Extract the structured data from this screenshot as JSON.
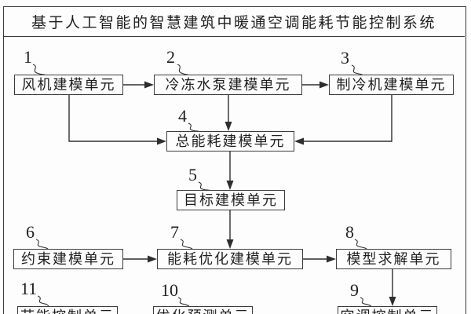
{
  "title": "基于人工智能的智慧建筑中暖通空调能耗节能控制系统",
  "figure": {
    "units": [
      {
        "id": "1",
        "label": "风机建模单元"
      },
      {
        "id": "2",
        "label": "冷冻水泵建模单元"
      },
      {
        "id": "3",
        "label": "制冷机建模单元"
      },
      {
        "id": "4",
        "label": "总能耗建模单元"
      },
      {
        "id": "5",
        "label": "目标建模单元"
      },
      {
        "id": "6",
        "label": "约束建模单元"
      },
      {
        "id": "7",
        "label": "能耗优化建模单元"
      },
      {
        "id": "8",
        "label": "模型求解单元"
      },
      {
        "id": "9",
        "label": "空调控制单元"
      },
      {
        "id": "10",
        "label": "优化预测单元"
      },
      {
        "id": "11",
        "label": "节能控制单元"
      }
    ],
    "connections": [
      "1→2",
      "2→3",
      "1→4",
      "2→4",
      "3→4",
      "4→5",
      "5→7",
      "6→7",
      "7→8",
      "8→9"
    ],
    "colors": {
      "line": "#2e2e2e",
      "background": "#fdfdfd"
    }
  }
}
